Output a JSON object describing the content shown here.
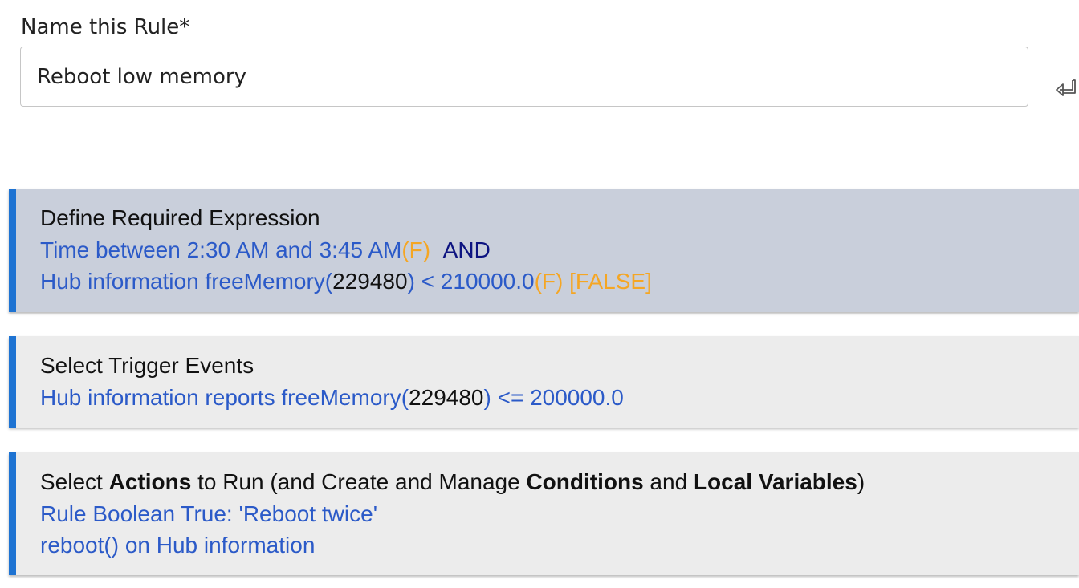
{
  "rule_name": {
    "label": "Name this Rule*",
    "value": "Reboot low memory"
  },
  "icons": {
    "submit": "enter-return-icon"
  },
  "colors": {
    "accent_bar": "#1e73d2",
    "link_blue": "#2b5ac8",
    "state_orange": "#f5a623",
    "operator_navy": "#0c1380",
    "card_required_bg": "#c9cfdb",
    "card_bg": "#ececec"
  },
  "required_expression": {
    "title": "Define Required Expression",
    "line1": {
      "text": "Time between 2:30 AM and 3:45 AM",
      "state": "(F)",
      "operator": "AND"
    },
    "line2": {
      "prefix": "Hub information freeMemory(",
      "value": "229480",
      "suffix": ") < 210000.0",
      "state": "(F)",
      "result": "[FALSE]"
    }
  },
  "triggers": {
    "title": "Select Trigger Events",
    "line1": {
      "prefix": "Hub information reports freeMemory(",
      "value": "229480",
      "suffix": ") <= 200000.0"
    }
  },
  "actions": {
    "title": {
      "t1": "Select ",
      "b1": "Actions",
      "t2": " to Run (and Create and Manage ",
      "b2": "Conditions",
      "t3": " and ",
      "b3": "Local Variables",
      "t4": ")"
    },
    "items": [
      "Rule Boolean True: 'Reboot twice'",
      "reboot() on Hub information"
    ]
  }
}
